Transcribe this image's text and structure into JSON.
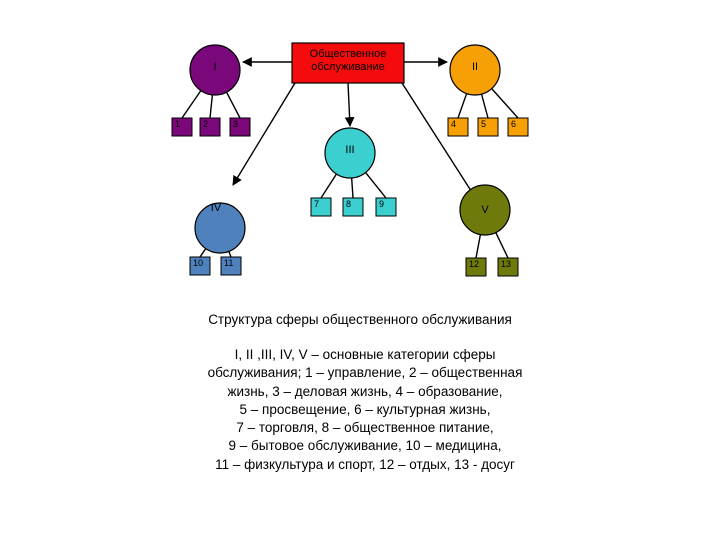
{
  "diagram": {
    "root": {
      "line1": "Общественное",
      "line2": "обслуживание",
      "color": "#f40b0b"
    },
    "categories": [
      {
        "id": "I",
        "label": "I",
        "color": "#7a087a"
      },
      {
        "id": "II",
        "label": "II",
        "color": "#f6a006"
      },
      {
        "id": "III",
        "label": "III",
        "color": "#3ccfcf"
      },
      {
        "id": "IV",
        "label": "IV",
        "color": "#4f81bd"
      },
      {
        "id": "V",
        "label": "V",
        "color": "#6f7a0c"
      }
    ],
    "leaves": [
      {
        "label": "1",
        "parent": "I"
      },
      {
        "label": "2",
        "parent": "I"
      },
      {
        "label": "3",
        "parent": "I"
      },
      {
        "label": "4",
        "parent": "II"
      },
      {
        "label": "5",
        "parent": "II"
      },
      {
        "label": "6",
        "parent": "II"
      },
      {
        "label": "7",
        "parent": "III"
      },
      {
        "label": "8",
        "parent": "III"
      },
      {
        "label": "9",
        "parent": "III"
      },
      {
        "label": "10",
        "parent": "IV"
      },
      {
        "label": "11",
        "parent": "IV"
      },
      {
        "label": "12",
        "parent": "V"
      },
      {
        "label": "13",
        "parent": "V"
      }
    ]
  },
  "caption": {
    "title": "Структура сферы общественного обслуживания",
    "legend_lines": [
      "I, II ,III, IV,  V – основные категории сферы",
      "обслуживания; 1 – управление, 2 – общественная",
      "жизнь, 3 – деловая жизнь, 4 – образование,",
      "5 – просвещение, 6 – культурная жизнь,",
      "7 – торговля, 8 – общественное питание,",
      "9 – бытовое обслуживание, 10 – медицина,",
      "11 – физкультура и спорт, 12 – отдых, 13 - досуг"
    ]
  }
}
